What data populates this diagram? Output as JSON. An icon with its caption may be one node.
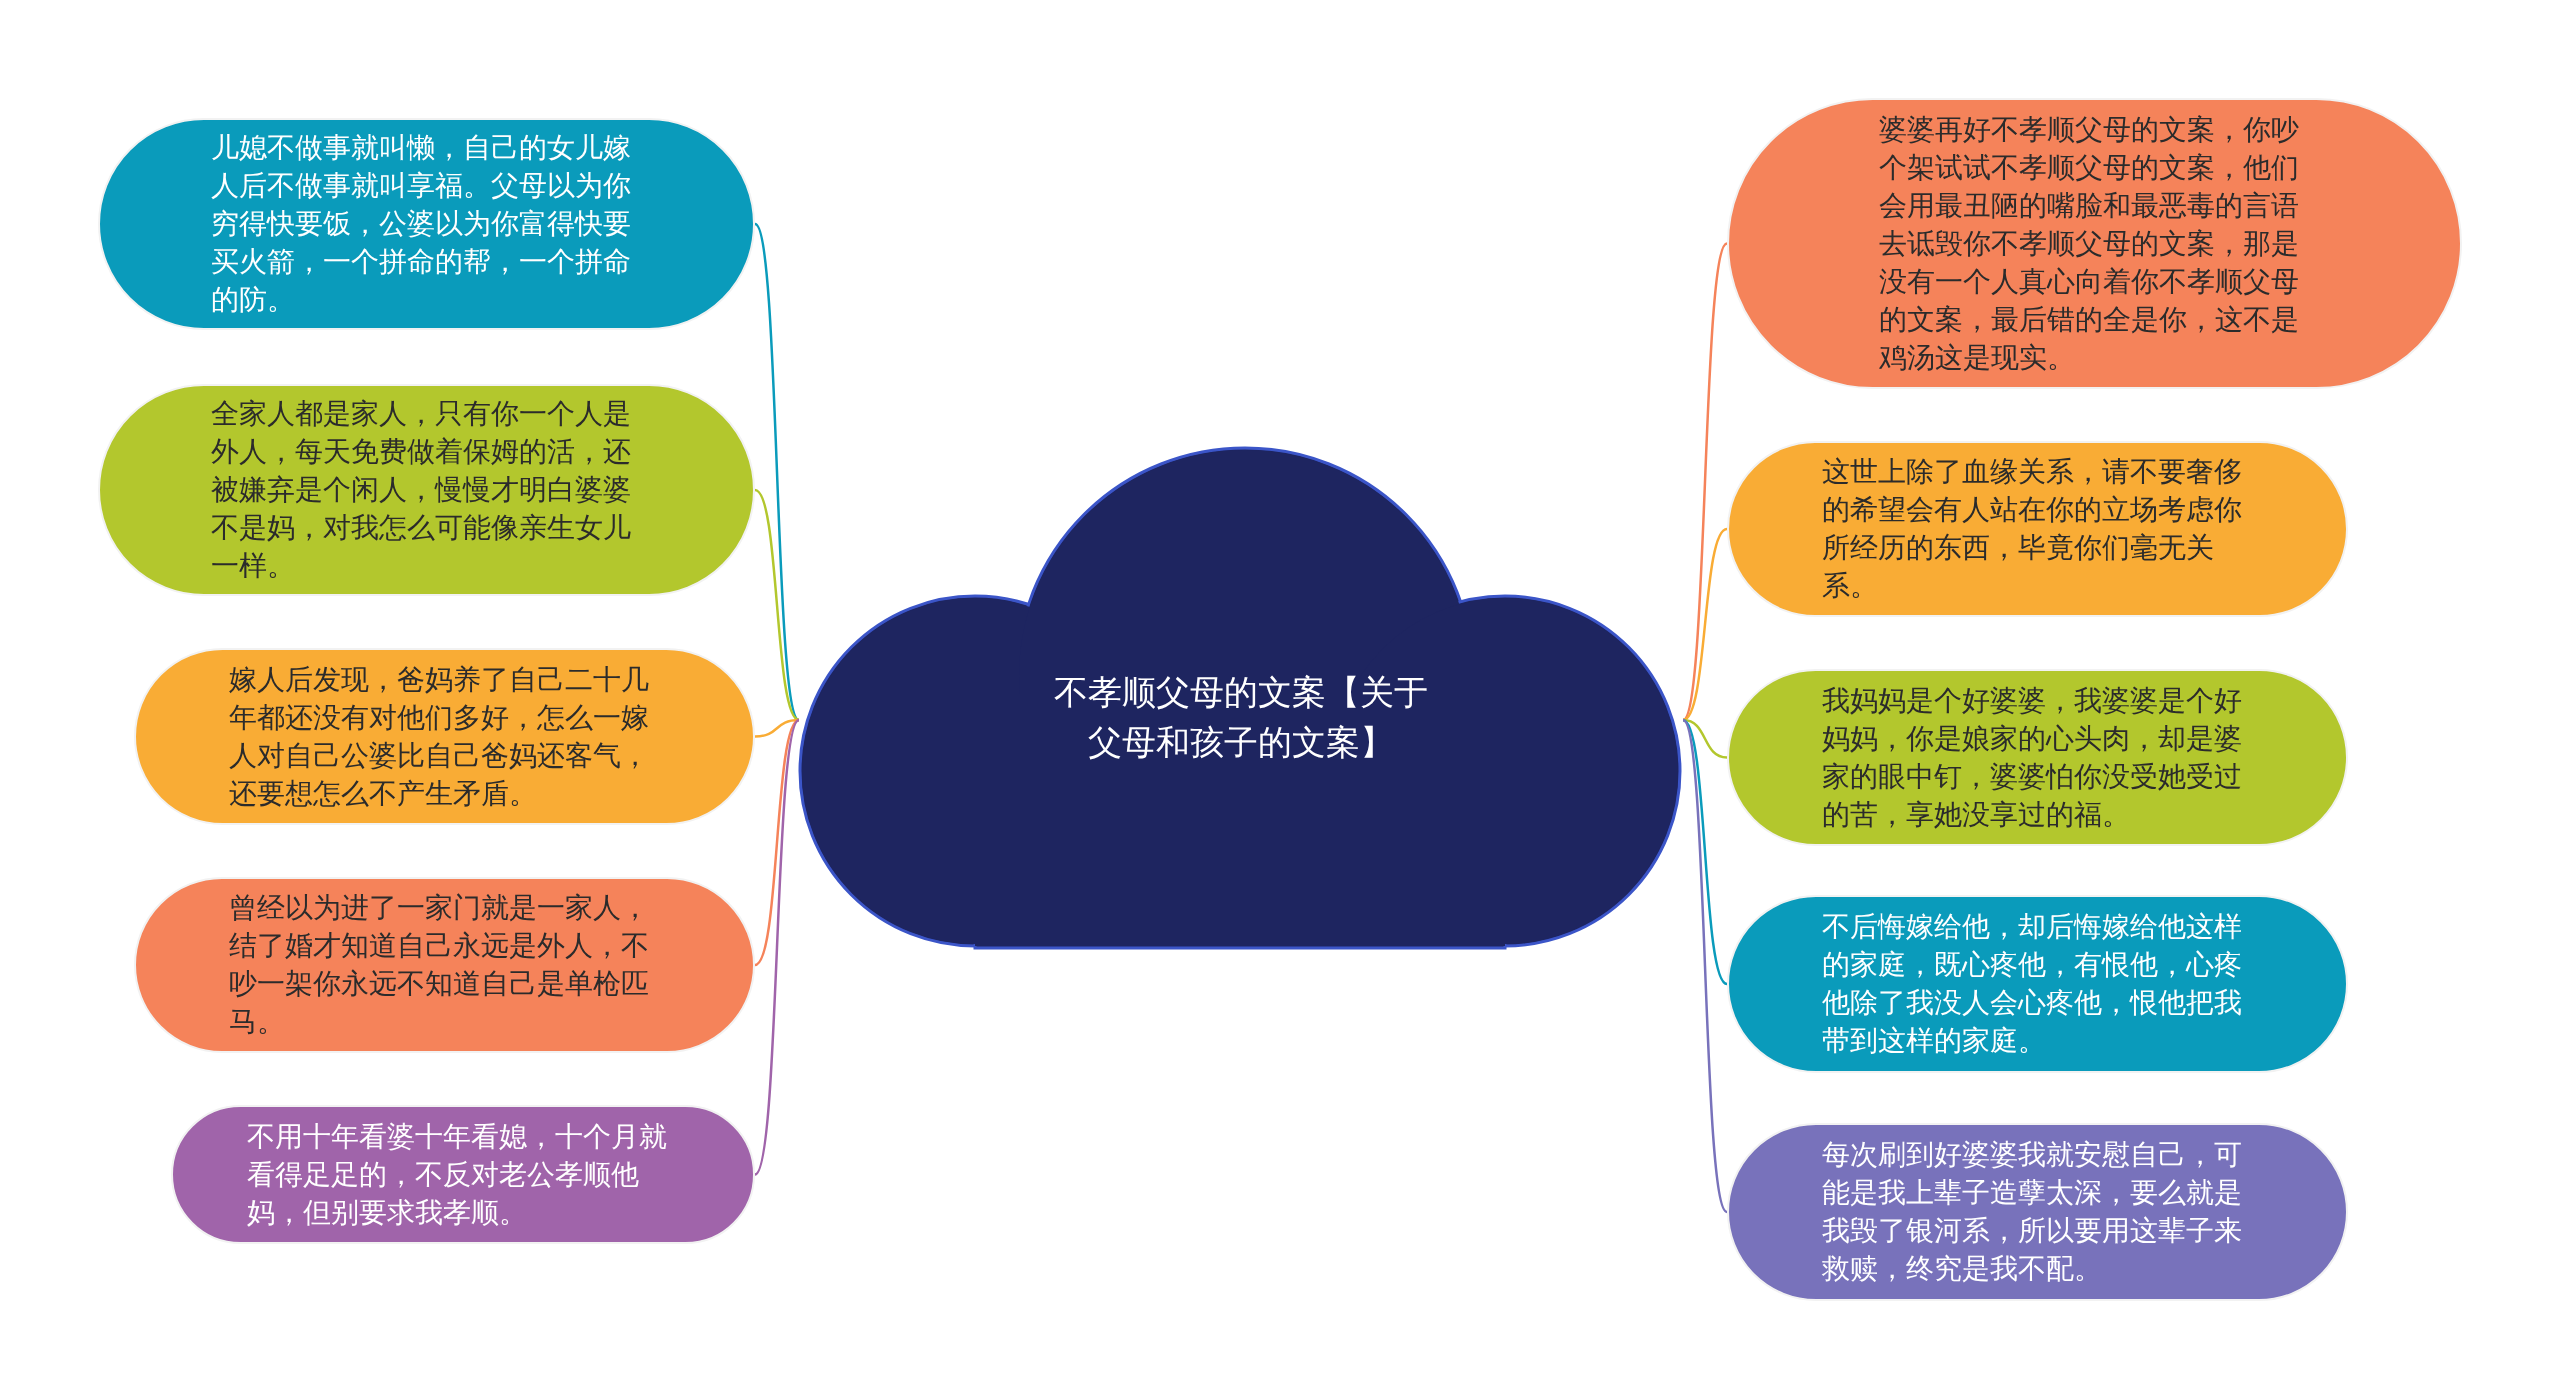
{
  "diagram": {
    "nodes": [
      {
        "text": [
          "不孝顺父母的文案【关于父母和孩子的文案】"
        ]
      },
      {
        "text": [
          "儿媳不做事就叫懒，自己的女儿嫁人后不做事就叫享福。父母以为你穷得快要饭，公婆以为你富得快要买火箭，一个拼命的帮，一个拼命的防。"
        ]
      },
      {
        "text": [
          "全家人都是家人，只有你一个人是外人，每天免费做着保姆的活，还被嫌弃是个闲人，慢慢才明白婆婆不是妈，对我怎么可能像亲生女儿一样。"
        ]
      },
      {
        "text": [
          "嫁人后发现，爸妈养了自己二十几年都还没有对他们多好，怎么一嫁人对自己公婆比自己爸妈还客气，还要想怎么不产生矛盾。"
        ]
      },
      {
        "text": [
          "曾经以为进了一家门就是一家人，结了婚才知道自己永远是外人，不吵一架你永远不知道自己是单枪匹马。"
        ]
      },
      {
        "text": [
          "不用十年看婆十年看媳，十个月就看得足足的，不反对老公孝顺他妈，但别要求我孝顺。"
        ]
      },
      {
        "text": [
          "婆婆再好不孝顺父母的文案，你吵个架试试不孝顺父母的文案，他们会用最丑陋的嘴脸和最恶毒的言语去诋毁你不孝顺父母的文案，那是没有一个人真心向着你不孝顺父母的文案，最后错的全是你，这不是鸡汤这是现实。"
        ]
      },
      {
        "text": [
          "这世上除了血缘关系，请不要奢侈的希望会有人站在你的立场考虑你所经历的东西，毕竟你们毫无关系。"
        ]
      },
      {
        "text": [
          "我妈妈是个好婆婆，我婆婆是个好妈妈，你是娘家的心头肉，却是婆家的眼中钉，婆婆怕你没受她受过的苦，享她没享过的福。"
        ]
      },
      {
        "text": [
          "不后悔嫁给他，却后悔嫁给他这样的家庭，既心疼他，有恨他，心疼他除了我没人会心疼他，恨他把我带到这样的家庭。"
        ]
      },
      {
        "text": [
          "每次刷到好婆婆我就安慰自己，可能是我上辈子造孽太深，要么就是我毁了银河系，所以要用这辈子来救赎，终究是我不配。"
        ]
      }
    ],
    "edges": [
      {
        "from": 0,
        "to": 1,
        "arrow": "none",
        "color": "#0a9bbb"
      },
      {
        "from": 0,
        "to": 2,
        "arrow": "none",
        "color": "#b3c72d"
      },
      {
        "from": 0,
        "to": 3,
        "arrow": "none",
        "color": "#f9ac35"
      },
      {
        "from": 0,
        "to": 4,
        "arrow": "none",
        "color": "#f5835a"
      },
      {
        "from": 0,
        "to": 5,
        "arrow": "none",
        "color": "#a064aa"
      },
      {
        "from": 0,
        "to": 6,
        "arrow": "none",
        "color": "#f5835a"
      },
      {
        "from": 0,
        "to": 7,
        "arrow": "none",
        "color": "#f9ac35"
      },
      {
        "from": 0,
        "to": 8,
        "arrow": "none",
        "color": "#b3c72d"
      },
      {
        "from": 0,
        "to": 9,
        "arrow": "none",
        "color": "#0a9bbb"
      },
      {
        "from": 0,
        "to": 10,
        "arrow": "none",
        "color": "#7872bb"
      }
    ]
  }
}
